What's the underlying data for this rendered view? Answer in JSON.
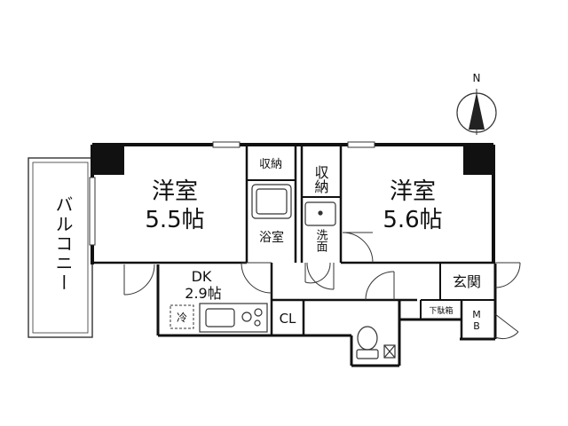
{
  "compass": {
    "north_label": "N"
  },
  "rooms": {
    "west_bedroom": {
      "name": "洋室",
      "size": "5.5帖"
    },
    "east_bedroom": {
      "name": "洋室",
      "size": "5.6帖"
    },
    "dining_kitchen": {
      "name": "DK",
      "size": "2.9帖"
    },
    "storage_left": {
      "name": "収納"
    },
    "storage_right": {
      "name": "収納"
    },
    "bathroom": {
      "name": "浴室"
    },
    "washroom": {
      "name": "洗面"
    },
    "closet": {
      "name": "CL"
    },
    "entrance": {
      "name": "玄関"
    },
    "shoe_box": {
      "name": "下駄箱"
    },
    "meter_box": {
      "name": "MB"
    },
    "refrigerator": {
      "name": "冷"
    },
    "balcony": {
      "name": "バルコニー"
    }
  },
  "colors": {
    "wall": "#111111",
    "line": "#333333",
    "background": "#ffffff"
  }
}
